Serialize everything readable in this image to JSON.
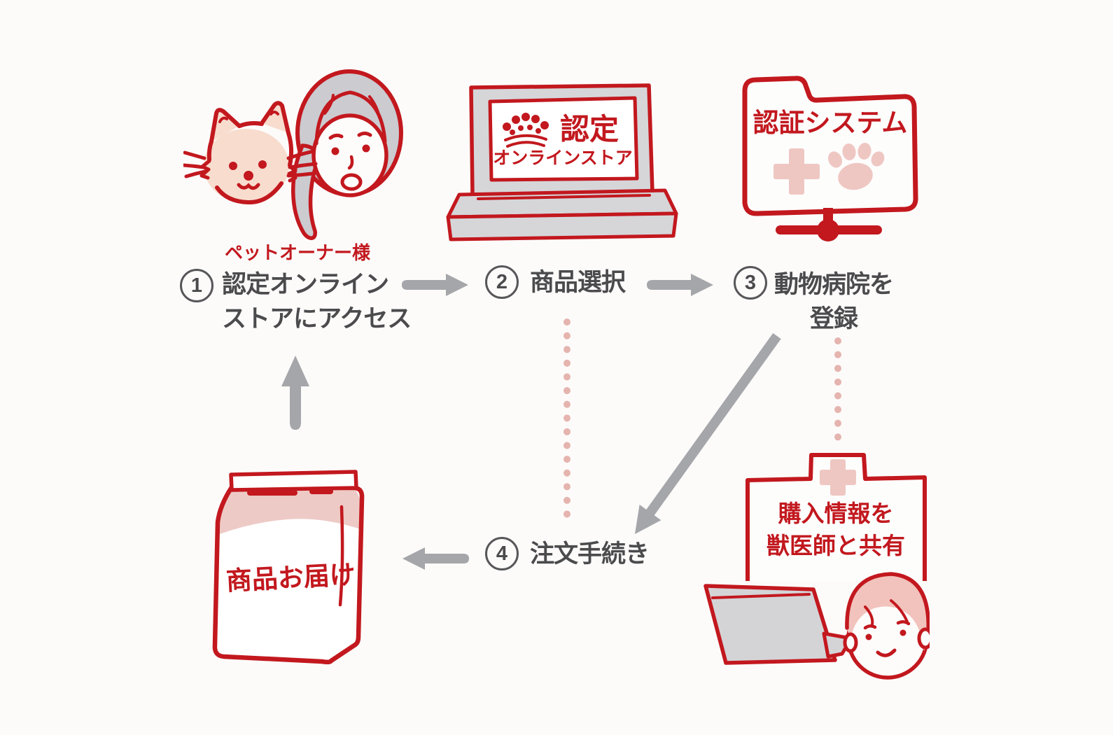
{
  "diagram": {
    "title_implied": "",
    "pet_owner_label": "ペットオーナー様",
    "steps": [
      {
        "num": "1",
        "line1": "認定オンライン",
        "line2": "ストアにアクセス"
      },
      {
        "num": "2",
        "line1": "商品選択",
        "line2": ""
      },
      {
        "num": "3",
        "line1": "動物病院を",
        "line2": "登録"
      },
      {
        "num": "4",
        "line1": "注文手続き",
        "line2": ""
      }
    ],
    "laptop_screen": {
      "badge": "認定",
      "store": "オンラインストア"
    },
    "folder_label": "認証システム",
    "share_box": {
      "line1": "購入情報を",
      "line2": "獣医師と共有"
    },
    "bag_label": "商品お届け"
  },
  "flow": {
    "connections": [
      {
        "from": "step-1",
        "to": "step-2",
        "style": "solid-arrow"
      },
      {
        "from": "step-2",
        "to": "step-3",
        "style": "solid-arrow"
      },
      {
        "from": "step-3",
        "to": "step-4",
        "style": "solid-diagonal-arrow"
      },
      {
        "from": "step-4",
        "to": "delivery-bag",
        "style": "solid-arrow"
      },
      {
        "from": "delivery-bag",
        "to": "step-1",
        "style": "solid-arrow-up"
      },
      {
        "from": "step-2",
        "to": "step-4",
        "style": "dotted-line"
      },
      {
        "from": "step-3",
        "to": "share-box",
        "style": "dotted-line"
      }
    ]
  },
  "icons": {
    "cat": "cat-icon",
    "pet_owner": "woman-icon",
    "store_laptop": "laptop-icon",
    "crown": "crown-logo-icon",
    "auth_folder": "folder-icon",
    "medical_cross": "cross-icon",
    "paw": "paw-icon",
    "network_node": "network-icon",
    "hospital_box": "hospital-outline-icon",
    "vet": "vet-person-icon",
    "vet_laptop": "laptop-back-icon",
    "food_bag": "pet-food-bag-icon"
  },
  "colors": {
    "red": "#c2181e",
    "pink": "#efc7c2",
    "peach": "#f8dcce",
    "hair_gray": "#cbcbd0",
    "device_gray": "#d6d6d9",
    "arrow_gray": "#a5a6aa",
    "text_dark": "#4b4b4d",
    "background": "#fcfbfa"
  }
}
